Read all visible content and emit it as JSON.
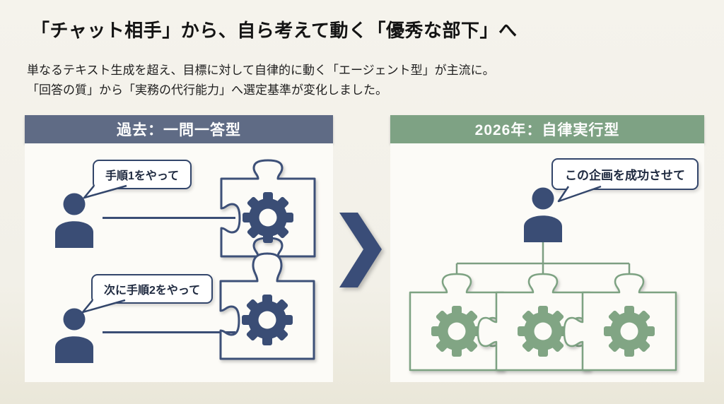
{
  "title": "「チャット相手」から、自ら考えて動く「優秀な部下」へ",
  "intro": {
    "line1": "単なるテキスト生成を超え、目標に対して自律的に動く「エージェント型」が主流に。",
    "line2": "「回答の質」から「実務の代行能力」へ選定基準が変化しました。"
  },
  "panels": {
    "past": {
      "header": "過去：一問一答型",
      "accent_color": "#5f6b85",
      "icon_color": "#3a4d75",
      "bubbles": [
        "手順1をやって",
        "次に手順2をやって"
      ]
    },
    "future": {
      "header": "2026年：自律実行型",
      "accent_color": "#7ea284",
      "icon_color": "#7da282",
      "bubble": "この企画を成功させて"
    }
  },
  "colors": {
    "chevron": "#3a4d78",
    "background": "#f2f0e8",
    "panel_body": "#fcfbf7"
  }
}
